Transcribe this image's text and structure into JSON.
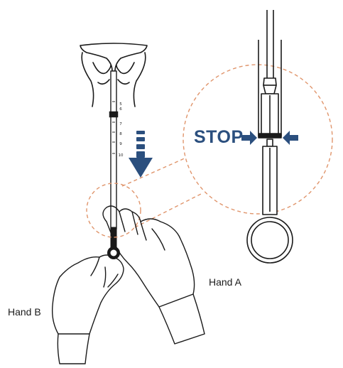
{
  "labels": {
    "hand_a": "Hand A",
    "hand_b": "Hand B",
    "stop": "STOP"
  },
  "scale_marks": [
    "5",
    "6",
    "7",
    "8",
    "9",
    "10"
  ],
  "colors": {
    "accent": "#2b4f7e",
    "dashed_circle": "#e0956c",
    "line": "#1a1a1a",
    "background": "#ffffff"
  },
  "icons": {
    "down_arrow": "arrow-down-icon",
    "stop_arrow_left": "arrow-right-icon",
    "stop_arrow_right": "arrow-left-icon"
  }
}
